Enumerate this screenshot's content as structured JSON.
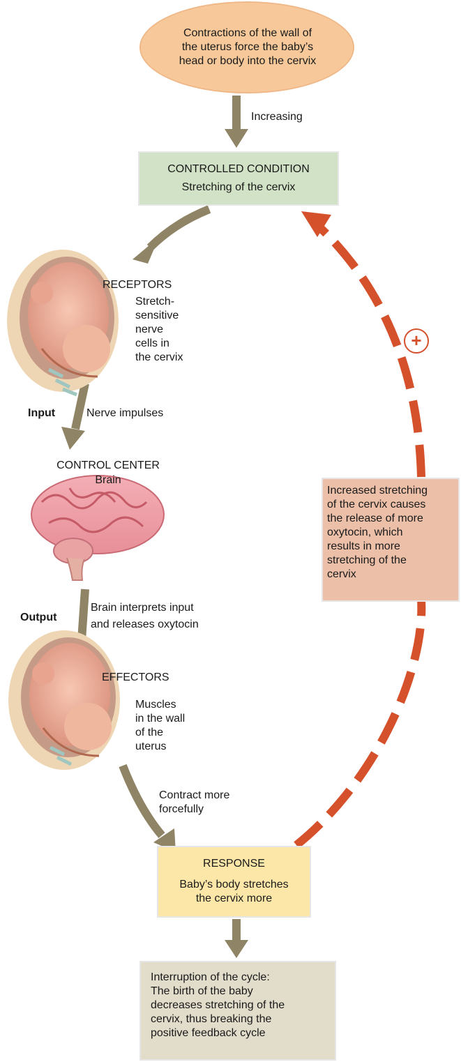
{
  "start": {
    "line1": "Contractions of the wall of",
    "line2": "the uterus force the baby’s",
    "line3": "head or body into the cervix"
  },
  "increasing_label": "Increasing",
  "controlled_condition": {
    "title": "CONTROLLED CONDITION",
    "body": "Stretching of the cervix"
  },
  "receptors": {
    "title": "RECEPTORS",
    "lines": [
      "Stretch-",
      "sensitive",
      "nerve",
      "cells in",
      "the cervix"
    ]
  },
  "input": {
    "label": "Input",
    "text": "Nerve impulses"
  },
  "control_center": {
    "title": "CONTROL CENTER",
    "body": "Brain"
  },
  "output": {
    "label": "Output",
    "line1": "Brain interprets input",
    "line2": "and releases oxytocin"
  },
  "effectors": {
    "title": "EFFECTORS",
    "lines": [
      "Muscles",
      "in the wall",
      "of the",
      "uterus"
    ]
  },
  "contract": {
    "line1": "Contract more",
    "line2": "forcefully"
  },
  "response": {
    "title": "RESPONSE",
    "line1": "Baby’s body stretches",
    "line2": "the cervix more"
  },
  "feedback": {
    "symbol": "+",
    "lines": [
      "Increased stretching",
      "of the cervix causes",
      "the release of more",
      "oxytocin, which",
      "results in more",
      "stretching of the",
      "cervix"
    ]
  },
  "interruption": {
    "lines": [
      "Interruption of the cycle:",
      "The birth of the baby",
      "decreases stretching of the",
      "cervix, thus breaking the",
      "positive feedback cycle"
    ]
  },
  "colors": {
    "start_oval": "#f7c99a",
    "controlled": "#d2e2c6",
    "receptors": "#bde0ee",
    "control_center": "#ddc2d9",
    "effectors": "#f6cfd6",
    "response": "#fce7a8",
    "feedback_box": "#ebbfa8",
    "interruption": "#e2dccb",
    "arrow": "#8f8566",
    "dashed": "#d5512c"
  }
}
